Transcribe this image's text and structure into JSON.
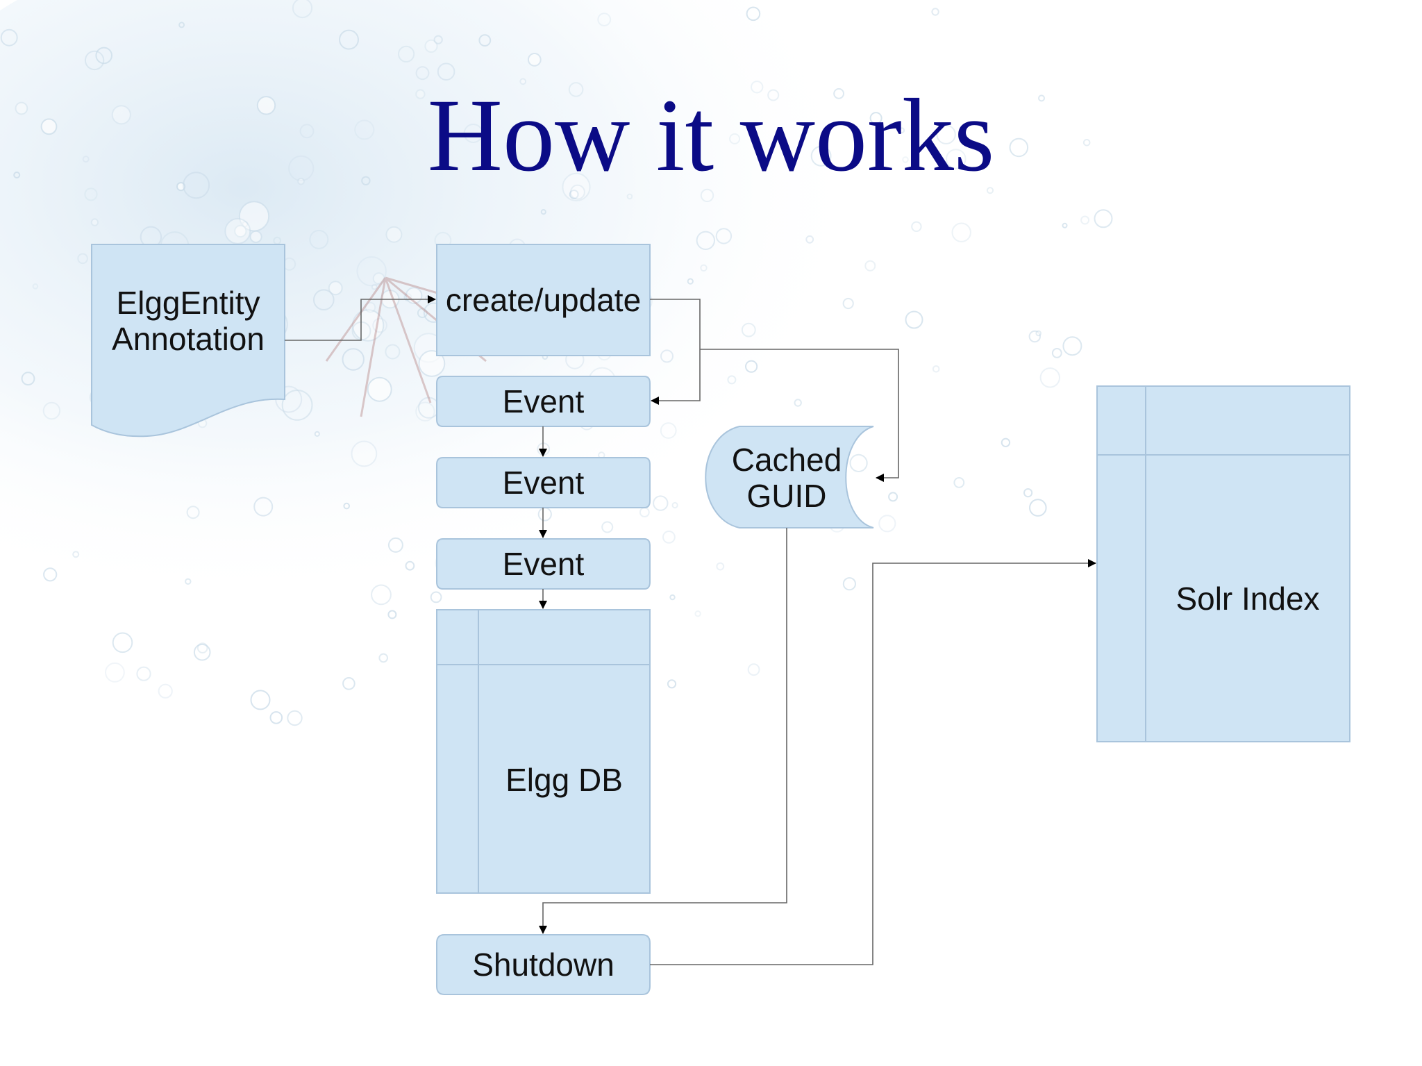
{
  "slide": {
    "title": "How it works"
  },
  "diagram": {
    "document_label": "ElggEntity\nAnnotation",
    "process_label": "create/update",
    "events": [
      "Event",
      "Event",
      "Event"
    ],
    "db_label": "Elgg DB",
    "cache_label": "Cached\nGUID",
    "shutdown_label": "Shutdown",
    "index_label": "Solr Index"
  },
  "colors": {
    "title": "#0b0b86",
    "shape_fill": "#cfe4f4",
    "shape_stroke": "#a9c4dc",
    "connector": "#666666",
    "arrowhead": "#000000"
  }
}
